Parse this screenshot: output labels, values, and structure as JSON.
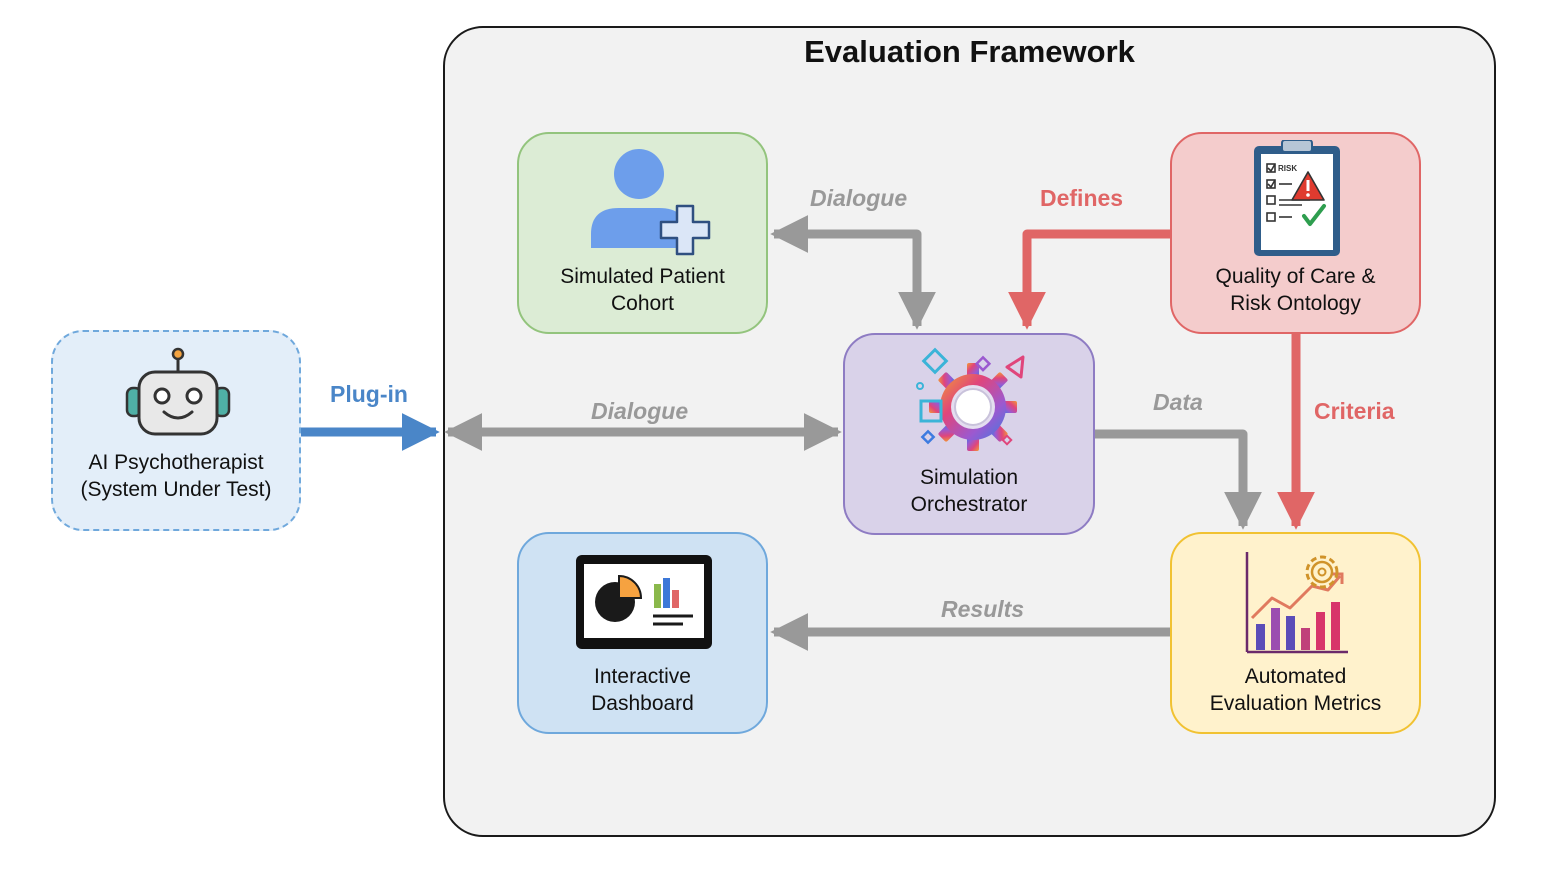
{
  "frame": {
    "title": "Evaluation Framework"
  },
  "nodes": {
    "ai": {
      "line1": "AI Psychotherapist",
      "line2": "(System Under Test)"
    },
    "patient": {
      "line1": "Simulated Patient",
      "line2": "Cohort"
    },
    "ontology": {
      "line1": "Quality of Care &",
      "line2": "Risk Ontology",
      "icon_text": "RISK"
    },
    "orchestrator": {
      "line1": "Simulation",
      "line2": "Orchestrator"
    },
    "dashboard": {
      "line1": "Interactive",
      "line2": "Dashboard"
    },
    "metrics": {
      "line1": "Automated",
      "line2": "Evaluation Metrics"
    }
  },
  "edges": {
    "plugin": "Plug-in",
    "dialogue_patient": "Dialogue",
    "dialogue_ai": "Dialogue",
    "defines": "Defines",
    "criteria": "Criteria",
    "data": "Data",
    "results": "Results"
  },
  "colors": {
    "gray_arrow": "#999999",
    "red_arrow": "#e06666",
    "blue_arrow": "#4a86c8",
    "patient_fill": "#dcecd5",
    "ontology_fill": "#f4cccc",
    "orchestrator_fill": "#d9d2e9",
    "dashboard_fill": "#cfe2f3",
    "metrics_fill": "#fff2cc",
    "ai_fill": "#e3eef9"
  },
  "icons": {
    "ai": "robot-icon",
    "patient": "user-plus-icon",
    "ontology": "risk-clipboard-icon",
    "orchestrator": "gear-shapes-icon",
    "dashboard": "dashboard-monitor-icon",
    "metrics": "growth-chart-gear-icon"
  }
}
